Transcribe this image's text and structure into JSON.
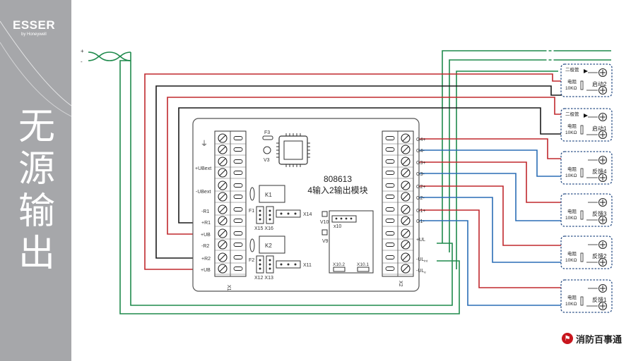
{
  "sidebar": {
    "brand": "ESSER",
    "brand_sub": "by Honeywell",
    "title_chars": [
      "无",
      "源",
      "输",
      "出"
    ]
  },
  "module": {
    "model": "808613",
    "name": "4输入2输出模块",
    "connector_left": "X1",
    "connector_right": "X2",
    "left_terminals": [
      "⏚",
      "+UBext",
      "-UBext",
      "-R1",
      "+R1",
      "+UB",
      "-R2",
      "+R2",
      "+UB"
    ],
    "right_terminals": [
      "G4+",
      "G4-",
      "G3+",
      "G3-",
      "G2+",
      "G2-",
      "G1+",
      "G1-",
      "+UL",
      "-ULint",
      "-ULe"
    ],
    "right_terminal_parts": {
      "uli_main": "-UL",
      "uli_sub": "int",
      "ule_main": "-UL",
      "ule_sub": "e"
    },
    "components": {
      "f3": "F3",
      "v3": "V3",
      "k1": "K1",
      "k2": "K2",
      "f1": "F1",
      "f2": "F2",
      "x14": "X14",
      "x15x16": "X15 X16",
      "x11": "X11",
      "x12x13": "X12 X13",
      "v10": "V10",
      "v9": "V9",
      "x10": "x10",
      "x10_2": "X10.2",
      "x10_1": "X10.1"
    }
  },
  "bus": {
    "plus": "+",
    "minus": "-"
  },
  "devices": [
    {
      "label": "启动2",
      "diode": "二极管",
      "res_label": "电阻",
      "res_value": "10KΩ"
    },
    {
      "label": "启动1",
      "diode": "二极管",
      "res_label": "电阻",
      "res_value": "10KΩ"
    },
    {
      "label": "反馈4",
      "res_label": "电阻",
      "res_value": "10KΩ"
    },
    {
      "label": "反馈3",
      "res_label": "电阻",
      "res_value": "10KΩ"
    },
    {
      "label": "反馈2",
      "res_label": "电阻",
      "res_value": "10KΩ"
    },
    {
      "label": "反馈1",
      "res_label": "电阻",
      "res_value": "10KΩ"
    }
  ],
  "footer": {
    "logo_text": "消防百事通"
  },
  "colors": {
    "red": "#c0282d",
    "black": "#1a1a1a",
    "green": "#1f8a4c",
    "blue": "#2a6db5",
    "device_border": "#2a4f86",
    "sidebar": "#a6a7aa"
  }
}
